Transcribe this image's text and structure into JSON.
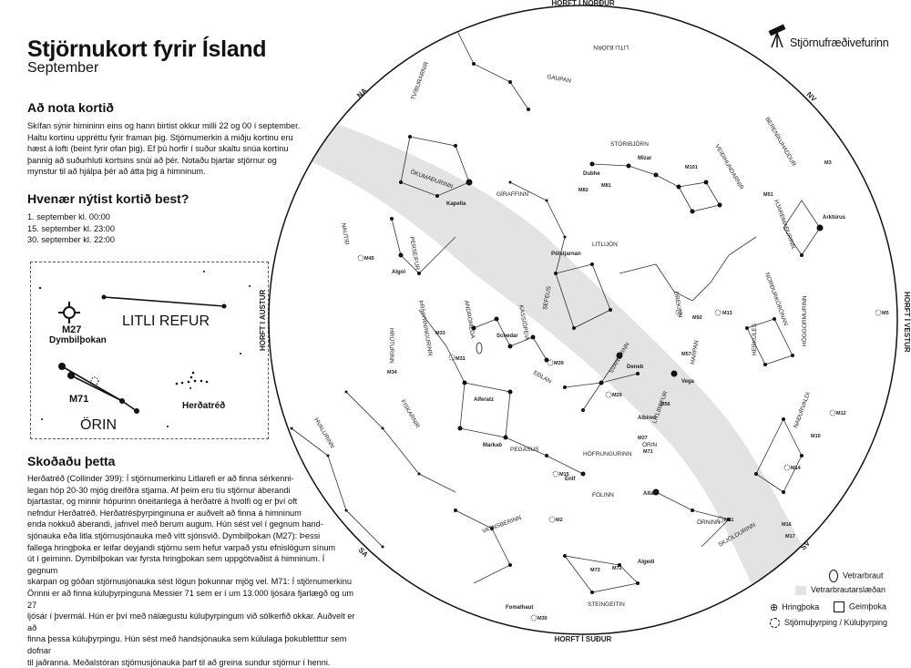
{
  "header": {
    "title": "Stjörnukort fyrir Ísland",
    "month": "September"
  },
  "howto": {
    "heading": "Að nota kortið",
    "lines": [
      "Skífan sýnir himininn eins og hann birtist okkur milli 22 og 00 í september.",
      "Haltu kortinu uppréttu fyrir framan þig. Stjörnumerkin á miðju kortinu eru",
      "hæst á lofti (beint fyrir ofan þig). Ef þú horfir í suður skaltu snúa kortinu",
      "þannig að suðurhluti kortsins snúi að þér. Notaðu bjartar stjörnur og",
      "mynstur til að hjálpa þér að átta þig á himninum."
    ]
  },
  "best": {
    "heading": "Hvenær nýtist kortið best?",
    "times": [
      "1. september kl. 00:00",
      "15. september kl. 23:00",
      "30. september kl. 22:00"
    ]
  },
  "inset": {
    "labels": {
      "m27": "M27",
      "m27_name": "Dymbilþokan",
      "litli_refur": "LITLI REFUR",
      "m71": "M71",
      "orin": "ÖRIN",
      "herdatred": "Herðatréð"
    }
  },
  "skodadu": {
    "heading": "Skoðaðu þetta",
    "lines": [
      "Herðatréð (Collinder 399): Í stjörnumerkinu Litlarefi er að finna sérkenni-",
      "legan hóp 20-30 mjög dreifðra stjarna. Af þeim eru tíu stjörnur áberandi",
      "bjartastar, og minnir hópurinn óneitanlega á herðatré á hvolfi og er því oft",
      "nefndur Herðatréð. Herðatrésþyrpinginuna er auðvelt að finna á himninum",
      "enda nokkuð áberandi, jafnvel með berum augum. Hún sést vel í gegnum hand-",
      "sjónauka eða litla stjörnusjónauka með vítt sjónsvið. Dymbilþokan (M27): Þessi",
      "fallega hringþoka er leifar deyjandi stjörnu sem hefur varpað ystu efnislögum sínum",
      "út í geiminn. Dymbilþokan var fyrsta hringþokan sem uppgötvaðist á himninum. Í gegnum",
      "skarpan og góðan stjörnusjónauka sést lögun þokunnar mjög vel. M71: Í stjörnumerkinu",
      "Örinni er að finna kúluþyrpinguna Messier 71 sem er í um 13.000 ljósára fjarlægð og um 27",
      "ljósár í þvermál. Hún er því með nálægustu kúluþyrpingum við sólkerfið okkar. Auðvelt er að",
      "finna þessa kúluþyrpingu. Hún sést með handsjónauka sem kúlulaga þokubletttur sem dofnar",
      "til jaðranna. Meðalstóran stjörnusjónauka þarf til að greina sundur stjörnur í henni."
    ]
  },
  "logo": {
    "text": "Stjörnufræðivefurinn"
  },
  "legend": {
    "milky_way": "Vetrarbraut",
    "milky_way_band": "Vetrarbrautarslæðan",
    "planetary": "Hringþoka",
    "galaxy": "Geimþoka",
    "cluster": "Stjörnuþyrping / Kúluþyrping"
  },
  "directions": {
    "north": "HORFT Í NORÐUR",
    "south": "HORFT Í SUÐUR",
    "east": "HORFT Í AUSTUR",
    "west": "HORFT Í VESTUR",
    "ne": "NA",
    "nw": "NV",
    "se": "SA",
    "sw": "SV"
  },
  "constellations": {
    "tviburarnir": "TVÍBURARNIR",
    "gaupan": "GAUPAN",
    "litli_bjorn": "LITLI BJÖRN",
    "storibjorn": "STÓRIBJÖRN",
    "veidihundarnir": "VEIÐIHUNDARNIR",
    "berenikuhaddur": "BERENÍKUHADDUR",
    "okumadurinn": "ÖKUMAÐURINN",
    "giraffinn": "GÍRAFFINN",
    "drekinn": "DREKINN",
    "hjardmadurinn": "HJARÐMAÐURINN",
    "nautid": "NAUTIÐ",
    "perseifur": "PERSEIFUR",
    "kassiopeia": "KASSÍÓPEIA",
    "sefeus": "SEFEUS",
    "litlijon": "LITLIJÓN",
    "herkules": "HERKÚLES",
    "hogormurinn": "HÖGGORMURINN",
    "nordurkoronan": "NORÐURKÓRÓNAN",
    "harpan": "HARPAN",
    "hrutur": "HRÚTURINN",
    "thrihyrningurinn": "ÞRÍHYRNINGURINN",
    "andromeda": "ANDRÓMEDA",
    "edlan": "EÐLAN",
    "svanurinn": "SVANURINN",
    "fiskarnir": "FISKARNIR",
    "hvalurinn": "HVALURINN",
    "pegasus": "PEGASUS",
    "litlirefur": "LITLIREFUR",
    "orin": "ÖRIN",
    "hofrungurinn": "HÖFRUNGURINN",
    "folinn": "FOLINN",
    "vatnsberinn": "VATNSBERINN",
    "steingeitin": "STEINGEITIN",
    "ornin": "ÖRNINN",
    "skjoldurinn": "SKJÖLDURINN",
    "nadurvaldi": "NAÐURVALDI"
  },
  "objects": {
    "m31": "M31",
    "m33": "M33",
    "m39": "M39",
    "m29": "M29",
    "m27": "M27",
    "m71": "M71",
    "m15": "M15",
    "m2": "M2",
    "m73": "M73",
    "m72": "M72",
    "m30": "M30",
    "m57": "M57",
    "m56": "M56",
    "m92": "M92",
    "m13": "M13",
    "m5": "M5",
    "m12": "M12",
    "m10": "M10",
    "m14": "M14",
    "m11": "M11",
    "m16": "M16",
    "m17": "M17",
    "m81": "M81",
    "m82": "M82",
    "m101": "M101",
    "m51": "M51",
    "m3": "M3",
    "m45": "M45",
    "m34": "M34"
  },
  "stars": {
    "polaris": "Pólstjarnan",
    "deneb": "Deneb",
    "vega": "Vega",
    "altair": "Altair",
    "capella": "Kapella",
    "arcturus": "Arktúrus",
    "algol": "Algol",
    "alfeiratz": "Alferatz",
    "schedar": "Schedar",
    "mizar": "Mizar",
    "dubhe": "Dubhe",
    "albireo": "Albíreó",
    "enif": "Enif",
    "markab": "Markab",
    "fomalhaut": "Fomalhaut",
    "algedi": "Algedi"
  },
  "colors": {
    "milky_way": "#e3e3e3",
    "lines": "#333333",
    "ink": "#111111"
  }
}
